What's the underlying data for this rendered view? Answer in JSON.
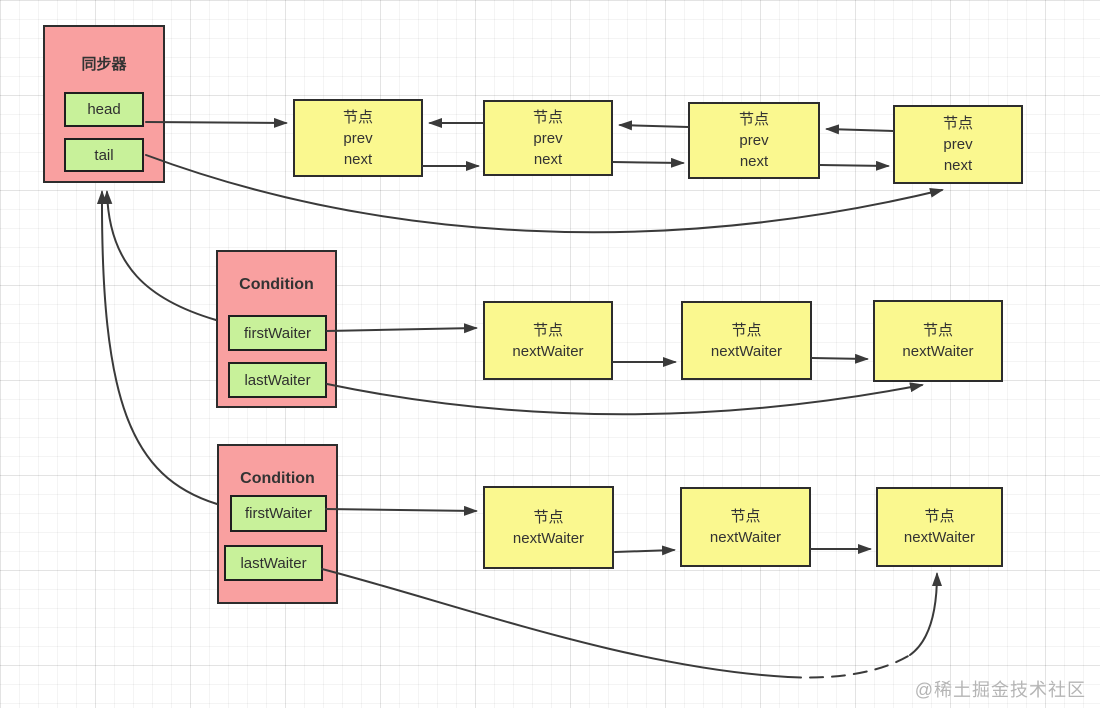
{
  "synchronizer": {
    "title": "同步器",
    "fields": [
      {
        "label": "head"
      },
      {
        "label": "tail"
      }
    ]
  },
  "sync_queue": {
    "nodes": [
      {
        "line1": "节点",
        "line2": "prev",
        "line3": "next"
      },
      {
        "line1": "节点",
        "line2": "prev",
        "line3": "next"
      },
      {
        "line1": "节点",
        "line2": "prev",
        "line3": "next"
      },
      {
        "line1": "节点",
        "line2": "prev",
        "line3": "next"
      }
    ]
  },
  "conditions": [
    {
      "title": "Condition",
      "fields": [
        {
          "label": "firstWaiter"
        },
        {
          "label": "lastWaiter"
        }
      ]
    },
    {
      "title": "Condition",
      "fields": [
        {
          "label": "firstWaiter"
        },
        {
          "label": "lastWaiter"
        }
      ]
    }
  ],
  "waiter_queues": [
    {
      "nodes": [
        {
          "line1": "节点",
          "line2": "nextWaiter"
        },
        {
          "line1": "节点",
          "line2": "nextWaiter"
        },
        {
          "line1": "节点",
          "line2": "nextWaiter"
        }
      ]
    },
    {
      "nodes": [
        {
          "line1": "节点",
          "line2": "nextWaiter"
        },
        {
          "line1": "节点",
          "line2": "nextWaiter"
        },
        {
          "line1": "节点",
          "line2": "nextWaiter"
        }
      ]
    }
  ],
  "watermark": "@稀土掘金技术社区",
  "colors": {
    "container_pink": "#f9a0a0",
    "field_green": "#c8f19a",
    "node_yellow": "#faf88f",
    "box_border": "#2d2d2d",
    "connector_line": "#3a3a3a",
    "grid_line": "#e8e8e8",
    "watermark_gray": "#b5b5b5"
  }
}
